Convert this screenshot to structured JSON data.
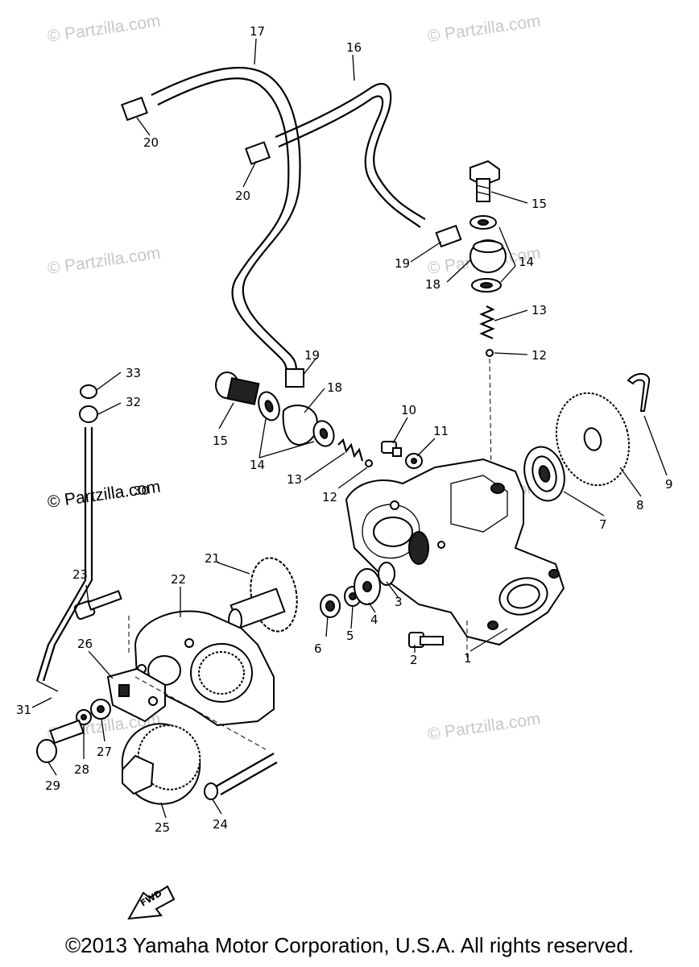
{
  "watermarks": [
    "© Partzilla.com",
    "© Partzilla.com",
    "© Partzilla.com",
    "© Partzilla.com",
    "© Partzilla.com",
    "© Partzilla.com",
    "© Partzilla.com",
    "© Partzilla.com"
  ],
  "callouts": [
    "1",
    "2",
    "3",
    "4",
    "5",
    "6",
    "7",
    "8",
    "9",
    "10",
    "11",
    "12",
    "12",
    "13",
    "13",
    "14",
    "14",
    "15",
    "15",
    "16",
    "17",
    "18",
    "18",
    "19",
    "19",
    "20",
    "20",
    "21",
    "22",
    "23",
    "24",
    "25",
    "26",
    "27",
    "28",
    "29",
    "30",
    "31",
    "32",
    "33"
  ],
  "fwd_label": "FWD",
  "copyright": "©2013 Yamaha Motor Corporation, U.S.A. All rights reserved."
}
